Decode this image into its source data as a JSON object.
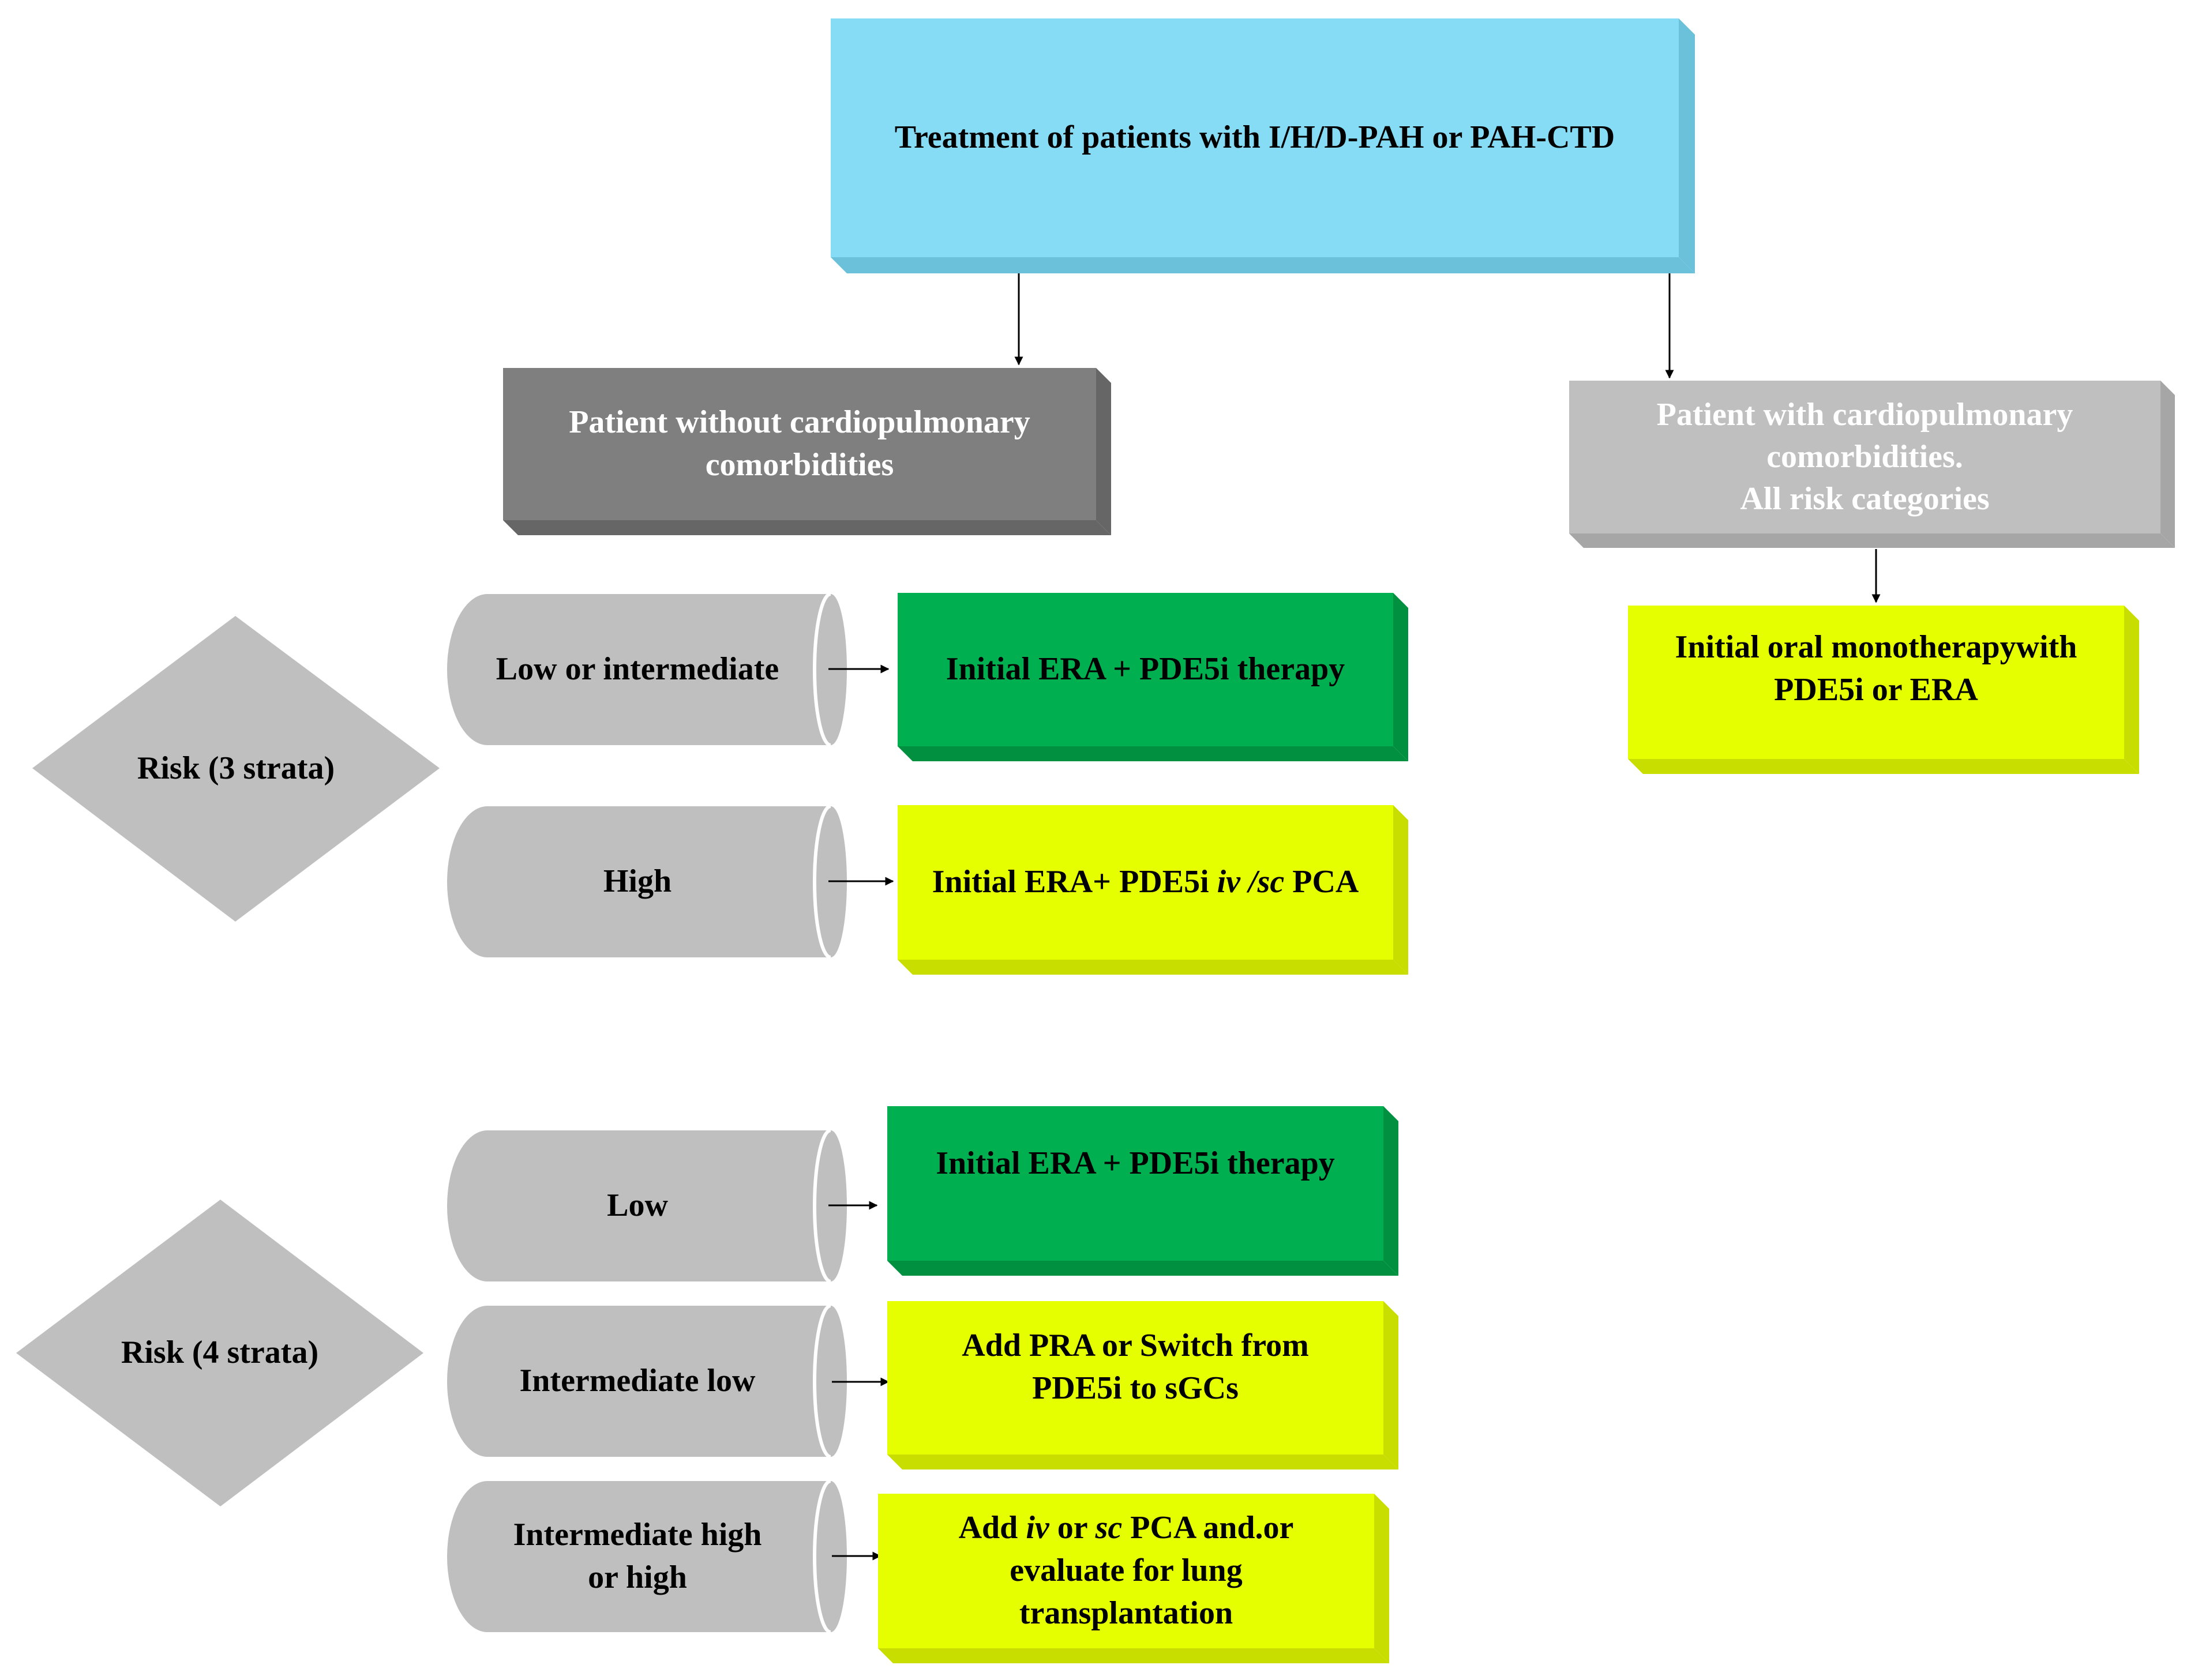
{
  "colors": {
    "header_blue": "#87DCF5",
    "dark_grey": "#7F7F7F",
    "light_grey": "#BFBFBF",
    "green": "#00B050",
    "yellow": "#E5FF00"
  },
  "top": {
    "title": "Treatment of patients with I/H/D-PAH or PAH-CTD"
  },
  "branch_left": {
    "line1": "Patient without cardiopulmonary",
    "line2": "comorbidities"
  },
  "branch_right": {
    "line1": "Patient with cardiopulmonary",
    "line2": "comorbidities.",
    "line3": "All risk categories",
    "result_line1": "Initial oral monotherapywith",
    "result_line2": "PDE5i or ERA"
  },
  "risk3": {
    "label": "Risk (3 strata)",
    "rows": [
      {
        "category": "Low or intermediate",
        "therapy": "Initial ERA + PDE5i therapy"
      },
      {
        "category": "High",
        "therapy_pre": "Initial ERA+ PDE5i",
        "therapy_em1": "iv /sc",
        "therapy_post": "PCA"
      }
    ]
  },
  "risk4": {
    "label": "Risk (4 strata)",
    "rows": [
      {
        "category": "Low",
        "therapy": "Initial ERA + PDE5i therapy"
      },
      {
        "category": "Intermediate low",
        "therapy_line1": "Add PRA or Switch from",
        "therapy_line2": "PDE5i to sGCs"
      },
      {
        "category_line1": "Intermediate high",
        "category_line2": "or high",
        "therapy_add": "Add",
        "therapy_em1": "iv",
        "therapy_or": "or",
        "therapy_em2": "sc",
        "therapy_rest1": "PCA and.or",
        "therapy_line2": "evaluate for lung",
        "therapy_line3": "transplantation"
      }
    ]
  }
}
